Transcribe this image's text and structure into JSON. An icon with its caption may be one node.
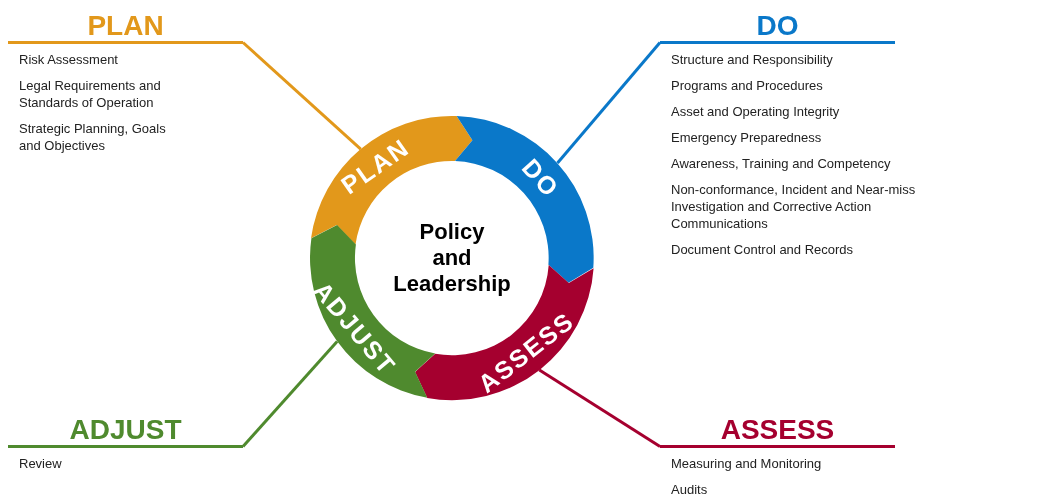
{
  "diagram": {
    "nodes": [
      {
        "text": [
          "PLAN",
          "Risk Assessment",
          "Legal Requirements and Standards of Operation",
          "Strategic Planning, Goals and Objectives"
        ]
      },
      {
        "text": [
          "DO",
          "Structure and Responsibility",
          "Programs and Procedures",
          "Asset and Operating Integrity",
          "Emergency Preparedness",
          "Awareness, Training and Competency",
          "Non-conformance, Incident and Near-miss Investigation and Corrective Action Communications",
          "Document Control and Records"
        ]
      },
      {
        "text": [
          "ADJUST",
          "Review"
        ]
      },
      {
        "text": [
          "ASSESS",
          "Measuring and Monitoring",
          "Audits"
        ]
      },
      {
        "text": [
          "Policy and Leadership"
        ]
      },
      {
        "text": [
          "PLAN"
        ]
      },
      {
        "text": [
          "DO"
        ]
      },
      {
        "text": [
          "ASSESS"
        ]
      },
      {
        "text": [
          "ADJUST"
        ]
      }
    ],
    "edges": [
      {
        "from": 0,
        "to": 5,
        "arrow": "none",
        "color": "#e2981b"
      },
      {
        "from": 1,
        "to": 6,
        "arrow": "none",
        "color": "#0a78c9"
      },
      {
        "from": 2,
        "to": 8,
        "arrow": "none",
        "color": "#4f8a2e"
      },
      {
        "from": 3,
        "to": 7,
        "arrow": "none",
        "color": "#a5002f"
      }
    ]
  }
}
